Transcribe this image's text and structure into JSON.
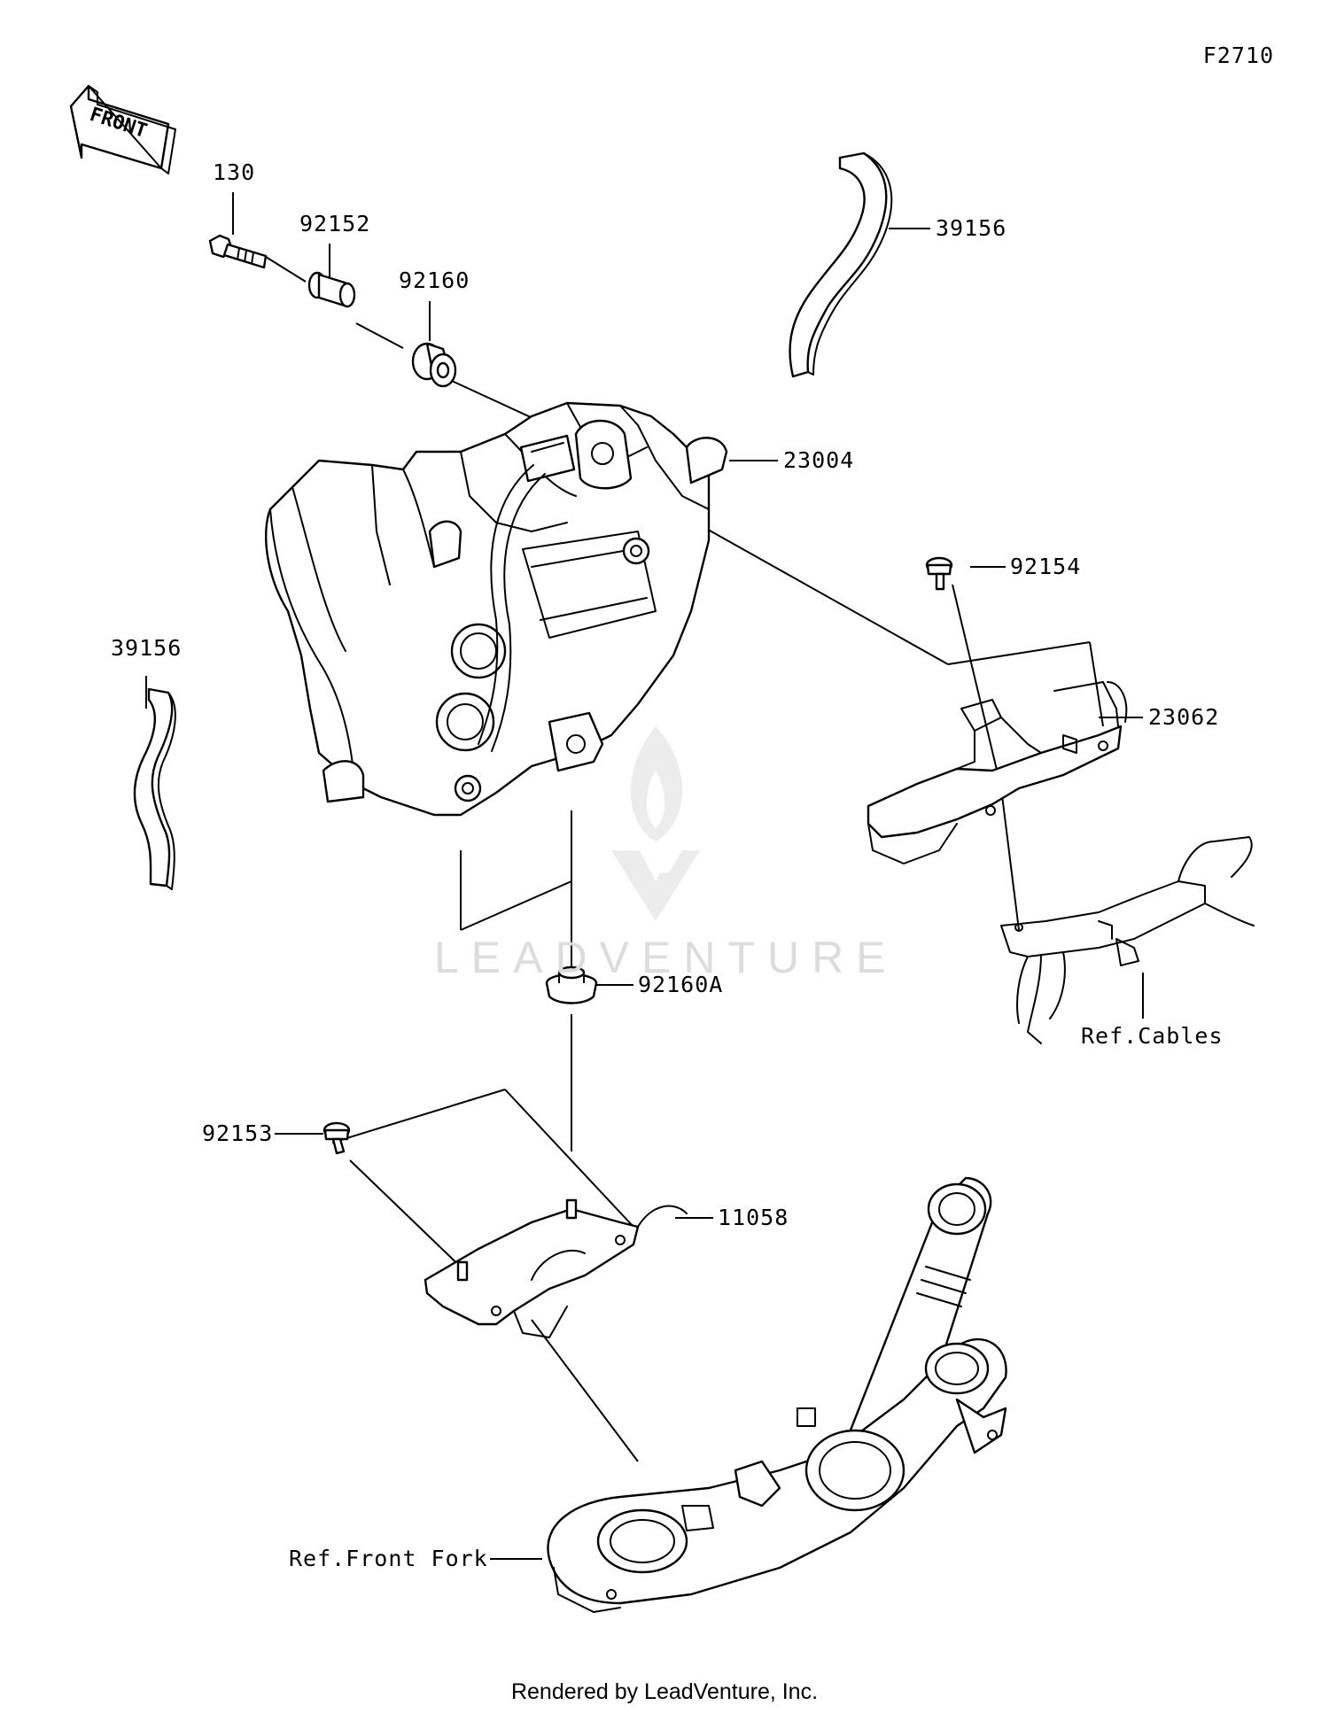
{
  "diagram": {
    "figure_code": "F2710",
    "front_arrow_text": "FRONT",
    "watermark": "LEADVENTURE",
    "footer": "Rendered by LeadVenture, Inc.",
    "labels": {
      "p130": "130",
      "p92152": "92152",
      "p92160": "92160",
      "p39156_top": "39156",
      "p23004": "23004",
      "p92154": "92154",
      "p39156_left": "39156",
      "p23062": "23062",
      "p92160A": "92160A",
      "ref_cables": "Ref.Cables",
      "p92153": "92153",
      "p11058": "11058",
      "ref_front_fork": "Ref.Front Fork"
    }
  }
}
